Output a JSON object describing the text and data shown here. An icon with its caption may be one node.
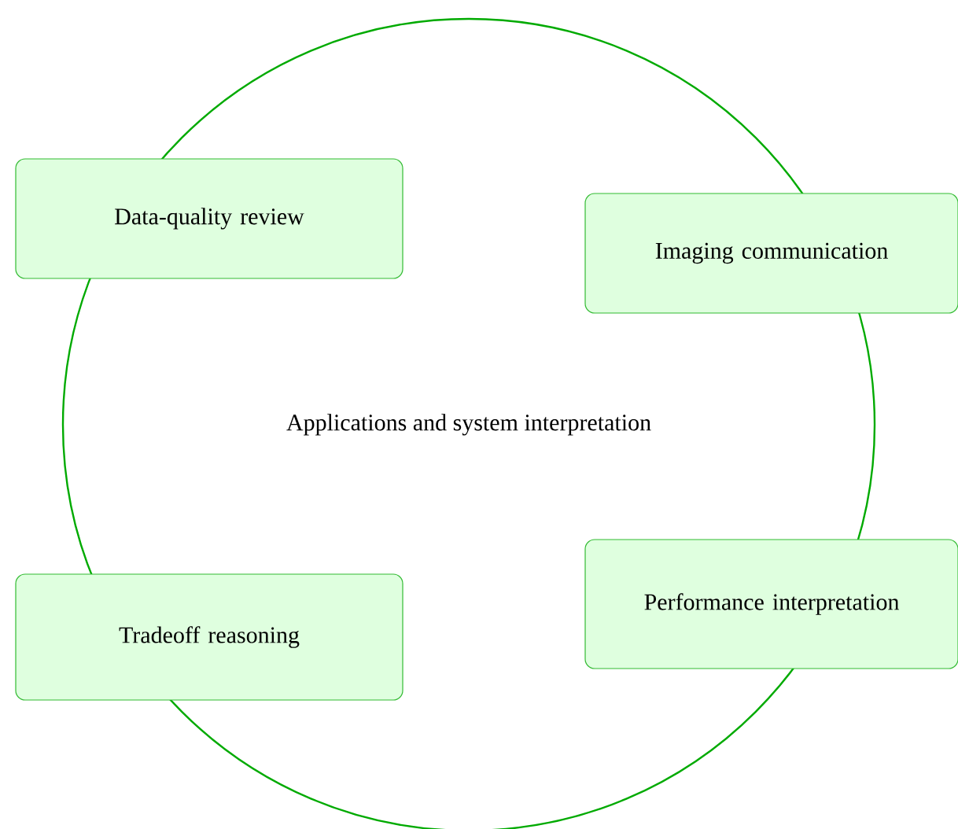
{
  "diagram": {
    "nodes": [
      {
        "text": [
          "Applications and system interpretation"
        ]
      },
      {
        "text": [
          "Data-quality review"
        ]
      },
      {
        "text": [
          "Imaging communication"
        ]
      },
      {
        "text": [
          "Tradeoff reasoning"
        ]
      },
      {
        "text": [
          "Performance interpretation"
        ]
      }
    ]
  }
}
